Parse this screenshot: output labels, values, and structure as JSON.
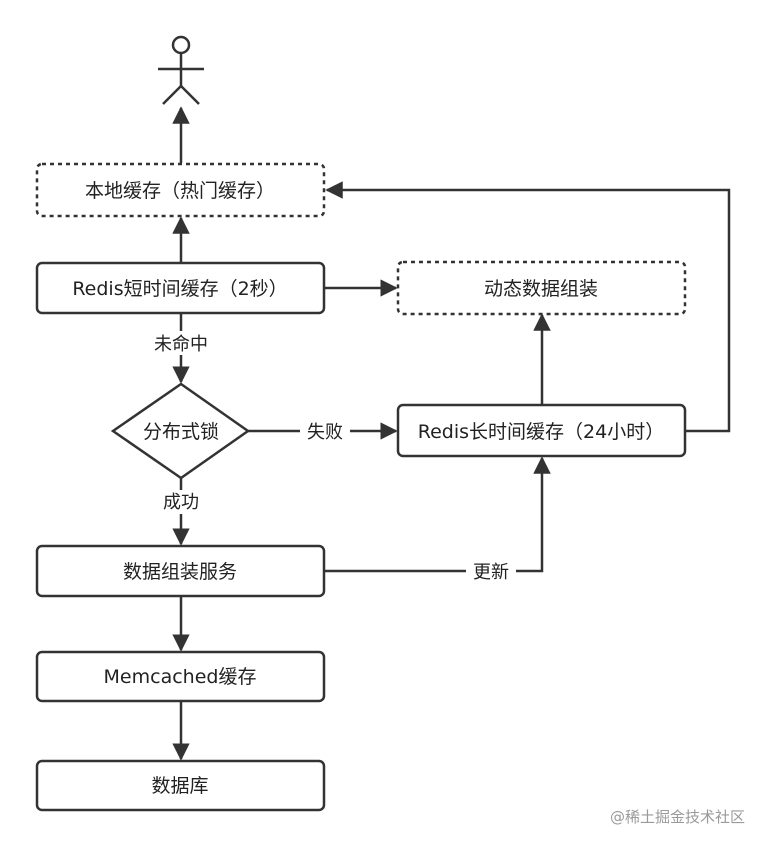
{
  "nodes": {
    "local_cache": "本地缓存（热门缓存）",
    "redis_short": "Redis短时间缓存（2秒）",
    "dynamic_assembly": "动态数据组装",
    "distributed_lock": "分布式锁",
    "redis_long": "Redis长时间缓存（24小时）",
    "assembly_service": "数据组装服务",
    "memcached": "Memcached缓存",
    "database": "数据库"
  },
  "edges": {
    "miss": "未命中",
    "success": "成功",
    "fail": "失败",
    "update": "更新"
  },
  "watermark": "@稀土掘金技术社区"
}
